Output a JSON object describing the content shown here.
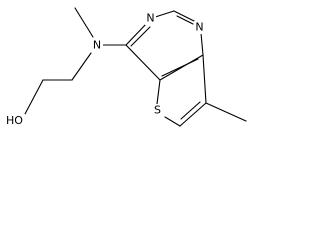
{
  "molecule": {
    "atoms": {
      "n_ring_top": "N",
      "n_ring_right": "N",
      "n_amine": "N",
      "sulfur": "S",
      "hydroxyl": "HO"
    }
  }
}
